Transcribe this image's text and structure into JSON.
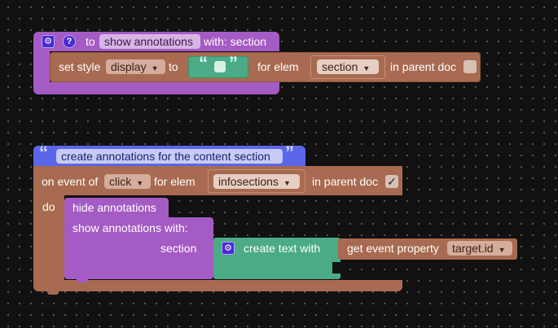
{
  "block1": {
    "proc_prefix": "to",
    "proc_name": "show annotations",
    "proc_with": "with: section",
    "set_style": "set style",
    "style_field": "display",
    "to_label": "to",
    "quote_open": "“",
    "quote_close": "”",
    "for_elem": "for elem",
    "section_var": "section",
    "in_parent_doc": "in parent doc"
  },
  "block2": {
    "quote_open": "“",
    "quote_close": "”",
    "comment_text": "create annotations for the content section",
    "on_event_of": "on event of",
    "event_field": "click",
    "for_elem": "for elem",
    "infosections_field": "infosections",
    "in_parent_doc": "in parent doc",
    "checkmark": "✓",
    "do_label": "do",
    "hide_annotations": "hide annotations",
    "show_annotations": "show annotations  with:",
    "section_label": "section",
    "create_text_with": "create text with",
    "get_event_property": "get event property",
    "property_field": "target.id"
  },
  "icons": {
    "gear": "⚙",
    "help": "?",
    "dropdown": "▼"
  }
}
